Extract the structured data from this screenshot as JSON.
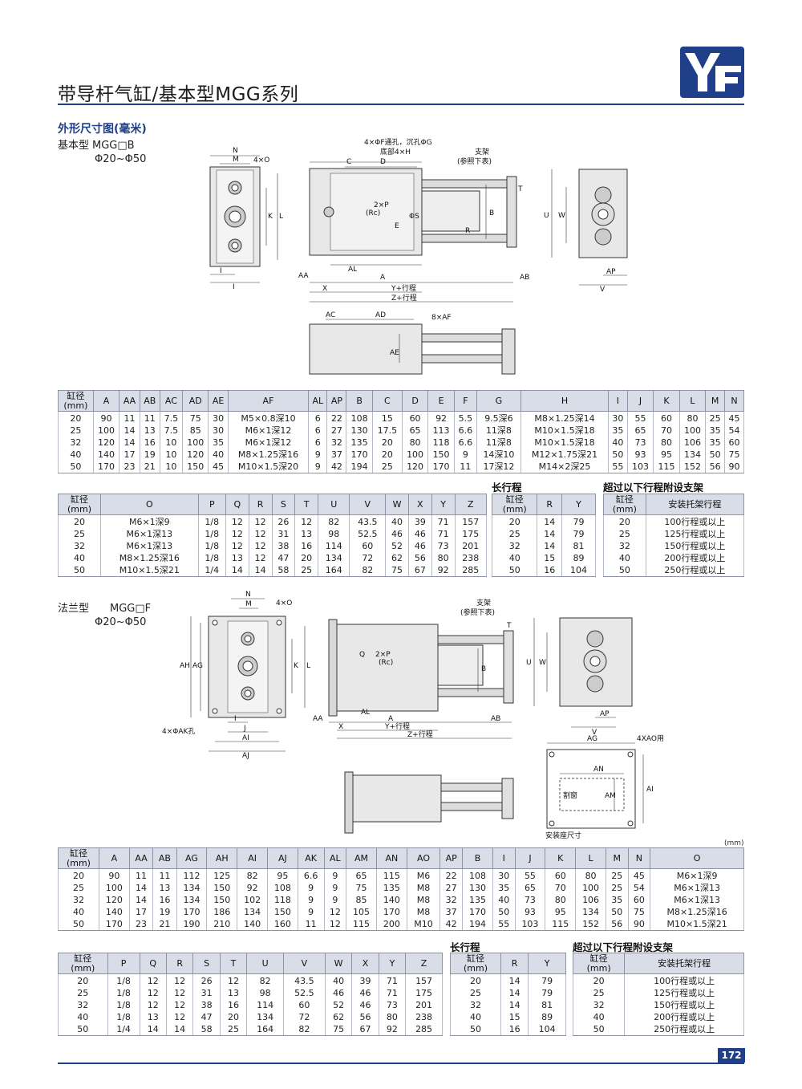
{
  "title": "带导杆气缸/基本型MGG系列",
  "colors": {
    "brand": "#1f3f8a",
    "table_header": "#d9dde7"
  },
  "section_label": "外形尺寸图(毫米)",
  "page_number": "172",
  "basic": {
    "type": "基本型",
    "model": "MGG□B",
    "range": "Φ20~Φ50",
    "labels": {
      "n": "N",
      "m": "M",
      "o4": "4×O",
      "k": "K",
      "l": "L",
      "i": "I",
      "j": "J",
      "holes": "4×ΦF通孔，沉孔ΦG",
      "bottom": "底部4×H",
      "c": "C",
      "d": "D",
      "bracket": "支架",
      "ref": "(参照下表)",
      "t": "T",
      "p2": "2×P",
      "rc": "(Rc)",
      "s": "ΦS",
      "e": "E",
      "r": "R",
      "b": "B",
      "aa": "AA",
      "al": "AL",
      "a": "A",
      "ab": "AB",
      "x": "X",
      "y": "Y+行程",
      "z": "Z+行程",
      "u": "U",
      "w": "W",
      "ap": "AP",
      "v": "V",
      "ac": "AC",
      "ad": "AD",
      "af": "8×AF",
      "ae": "AE"
    },
    "table1": {
      "headers": [
        "缸径\n(mm)",
        "A",
        "AA",
        "AB",
        "AC",
        "AD",
        "AE",
        "AF",
        "AL",
        "AP",
        "B",
        "C",
        "D",
        "E",
        "F",
        "G",
        "H",
        "I",
        "J",
        "K",
        "L",
        "M",
        "N"
      ],
      "rows": [
        [
          "20",
          "90",
          "11",
          "11",
          "7.5",
          "75",
          "30",
          "M5×0.8深10",
          "6",
          "22",
          "108",
          "15",
          "60",
          "92",
          "5.5",
          "9.5深6",
          "M8×1.25深14",
          "30",
          "55",
          "60",
          "80",
          "25",
          "45"
        ],
        [
          "25",
          "100",
          "14",
          "13",
          "7.5",
          "85",
          "30",
          "M6×1深12",
          "6",
          "27",
          "130",
          "17.5",
          "65",
          "113",
          "6.6",
          "11深8",
          "M10×1.5深18",
          "35",
          "65",
          "70",
          "100",
          "35",
          "54"
        ],
        [
          "32",
          "120",
          "14",
          "16",
          "10",
          "100",
          "35",
          "M6×1深12",
          "6",
          "32",
          "135",
          "20",
          "80",
          "118",
          "6.6",
          "11深8",
          "M10×1.5深18",
          "40",
          "73",
          "80",
          "106",
          "35",
          "60"
        ],
        [
          "40",
          "140",
          "17",
          "19",
          "10",
          "120",
          "40",
          "M8×1.25深16",
          "9",
          "37",
          "170",
          "20",
          "100",
          "150",
          "9",
          "14深10",
          "M12×1.75深21",
          "50",
          "93",
          "95",
          "134",
          "50",
          "75"
        ],
        [
          "50",
          "170",
          "23",
          "21",
          "10",
          "150",
          "45",
          "M10×1.5深20",
          "9",
          "42",
          "194",
          "25",
          "120",
          "170",
          "11",
          "17深12",
          "M14×2深25",
          "55",
          "103",
          "115",
          "152",
          "56",
          "90"
        ]
      ]
    },
    "table2": {
      "headers": [
        "缸径\n(mm)",
        "O",
        "P",
        "Q",
        "R",
        "S",
        "T",
        "U",
        "V",
        "W",
        "X",
        "Y",
        "Z"
      ],
      "rows": [
        [
          "20",
          "M6×1深9",
          "1/8",
          "12",
          "12",
          "26",
          "12",
          "82",
          "43.5",
          "40",
          "39",
          "71",
          "157"
        ],
        [
          "25",
          "M6×1深13",
          "1/8",
          "12",
          "12",
          "31",
          "13",
          "98",
          "52.5",
          "46",
          "46",
          "71",
          "175"
        ],
        [
          "32",
          "M6×1深13",
          "1/8",
          "12",
          "12",
          "38",
          "16",
          "114",
          "60",
          "52",
          "46",
          "73",
          "201"
        ],
        [
          "40",
          "M8×1.25深16",
          "1/8",
          "13",
          "12",
          "47",
          "20",
          "134",
          "72",
          "62",
          "56",
          "80",
          "238"
        ],
        [
          "50",
          "M10×1.5深21",
          "1/4",
          "14",
          "14",
          "58",
          "25",
          "164",
          "82",
          "75",
          "67",
          "92",
          "285"
        ]
      ]
    },
    "long_stroke": {
      "title": "长行程",
      "headers": [
        "缸径\n(mm)",
        "R",
        "Y"
      ],
      "rows": [
        [
          "20",
          "14",
          "79"
        ],
        [
          "25",
          "14",
          "79"
        ],
        [
          "32",
          "14",
          "81"
        ],
        [
          "40",
          "15",
          "89"
        ],
        [
          "50",
          "16",
          "104"
        ]
      ]
    },
    "support": {
      "title": "超过以下行程附设支架",
      "headers": [
        "缸径\n(mm)",
        "安装托架行程"
      ],
      "rows": [
        [
          "20",
          "100行程或以上"
        ],
        [
          "25",
          "125行程或以上"
        ],
        [
          "32",
          "150行程或以上"
        ],
        [
          "40",
          "200行程或以上"
        ],
        [
          "50",
          "250行程或以上"
        ]
      ]
    }
  },
  "flange": {
    "type": "法兰型",
    "model": "MGG□F",
    "range": "Φ20~Φ50",
    "labels": {
      "n": "N",
      "m": "M",
      "o4": "4×O",
      "ah": "AH",
      "ag": "AG",
      "k": "K",
      "l": "L",
      "ak": "4×ΦAK孔",
      "i": "I",
      "j": "J",
      "ai": "AI",
      "aj": "AJ",
      "bracket": "支架",
      "ref": "(参照下表)",
      "t": "T",
      "q": "Q",
      "p2": "2×P",
      "rc": "(Rc)",
      "b": "B",
      "aa": "AA",
      "al": "AL",
      "a": "A",
      "ab": "AB",
      "x": "X",
      "y": "Y+行程",
      "z": "Z+行程",
      "u": "U",
      "w": "W",
      "ap": "AP",
      "v": "V",
      "mount_ag": "AG",
      "xao": "4XAO用",
      "an": "AN",
      "window": "割窗",
      "am": "AM",
      "mount_ai": "AI",
      "mount_caption": "安装座尺寸"
    },
    "mm_note": "(mm)",
    "table1": {
      "headers": [
        "缸径\n(mm)",
        "A",
        "AA",
        "AB",
        "AG",
        "AH",
        "AI",
        "AJ",
        "AK",
        "AL",
        "AM",
        "AN",
        "AO",
        "AP",
        "B",
        "I",
        "J",
        "K",
        "L",
        "M",
        "N",
        "O"
      ],
      "rows": [
        [
          "20",
          "90",
          "11",
          "11",
          "112",
          "125",
          "82",
          "95",
          "6.6",
          "9",
          "65",
          "115",
          "M6",
          "22",
          "108",
          "30",
          "55",
          "60",
          "80",
          "25",
          "45",
          "M6×1深9"
        ],
        [
          "25",
          "100",
          "14",
          "13",
          "134",
          "150",
          "92",
          "108",
          "9",
          "9",
          "75",
          "135",
          "M8",
          "27",
          "130",
          "35",
          "65",
          "70",
          "100",
          "25",
          "54",
          "M6×1深13"
        ],
        [
          "32",
          "120",
          "14",
          "16",
          "134",
          "150",
          "102",
          "118",
          "9",
          "9",
          "85",
          "140",
          "M8",
          "32",
          "135",
          "40",
          "73",
          "80",
          "106",
          "35",
          "60",
          "M6×1深13"
        ],
        [
          "40",
          "140",
          "17",
          "19",
          "170",
          "186",
          "134",
          "150",
          "9",
          "12",
          "105",
          "170",
          "M8",
          "37",
          "170",
          "50",
          "93",
          "95",
          "134",
          "50",
          "75",
          "M8×1.25深16"
        ],
        [
          "50",
          "170",
          "23",
          "21",
          "190",
          "210",
          "140",
          "160",
          "11",
          "12",
          "115",
          "200",
          "M10",
          "42",
          "194",
          "55",
          "103",
          "115",
          "152",
          "56",
          "90",
          "M10×1.5深21"
        ]
      ]
    },
    "table2": {
      "headers": [
        "缸径\n(mm)",
        "P",
        "Q",
        "R",
        "S",
        "T",
        "U",
        "V",
        "W",
        "X",
        "Y",
        "Z"
      ],
      "rows": [
        [
          "20",
          "1/8",
          "12",
          "12",
          "26",
          "12",
          "82",
          "43.5",
          "40",
          "39",
          "71",
          "157"
        ],
        [
          "25",
          "1/8",
          "12",
          "12",
          "31",
          "13",
          "98",
          "52.5",
          "46",
          "46",
          "71",
          "175"
        ],
        [
          "32",
          "1/8",
          "12",
          "12",
          "38",
          "16",
          "114",
          "60",
          "52",
          "46",
          "73",
          "201"
        ],
        [
          "40",
          "1/8",
          "13",
          "12",
          "47",
          "20",
          "134",
          "72",
          "62",
          "56",
          "80",
          "238"
        ],
        [
          "50",
          "1/4",
          "14",
          "14",
          "58",
          "25",
          "164",
          "82",
          "75",
          "67",
          "92",
          "285"
        ]
      ]
    },
    "long_stroke": {
      "title": "长行程",
      "headers": [
        "缸径\n(mm)",
        "R",
        "Y"
      ],
      "rows": [
        [
          "20",
          "14",
          "79"
        ],
        [
          "25",
          "14",
          "79"
        ],
        [
          "32",
          "14",
          "81"
        ],
        [
          "40",
          "15",
          "89"
        ],
        [
          "50",
          "16",
          "104"
        ]
      ]
    },
    "support": {
      "title": "超过以下行程附设支架",
      "headers": [
        "缸径\n(mm)",
        "安装托架行程"
      ],
      "rows": [
        [
          "20",
          "100行程或以上"
        ],
        [
          "25",
          "125行程或以上"
        ],
        [
          "32",
          "150行程或以上"
        ],
        [
          "40",
          "200行程或以上"
        ],
        [
          "50",
          "250行程或以上"
        ]
      ]
    }
  }
}
